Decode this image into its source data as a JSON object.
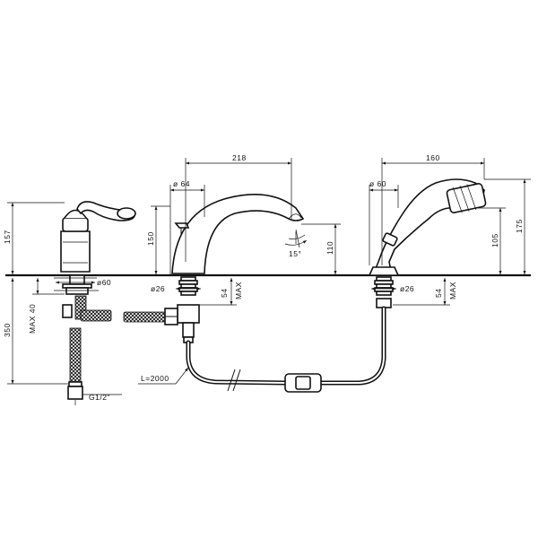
{
  "dimensions": {
    "d218": "218",
    "d160": "160",
    "d64": "ø 64",
    "d60a": "ø 60",
    "d60b": "ø60",
    "d26a": "ø26",
    "d26b": "ø26",
    "d157": "157",
    "d150": "150",
    "d110": "110",
    "d105": "105",
    "d175": "175",
    "d350": "350",
    "d15": "15°",
    "d54a": "54",
    "max_a": "MAX",
    "d54b": "54",
    "max_b": "MAX",
    "max40": "MAX 40",
    "hose_length": "L=2000",
    "thread": "G1/2\""
  }
}
